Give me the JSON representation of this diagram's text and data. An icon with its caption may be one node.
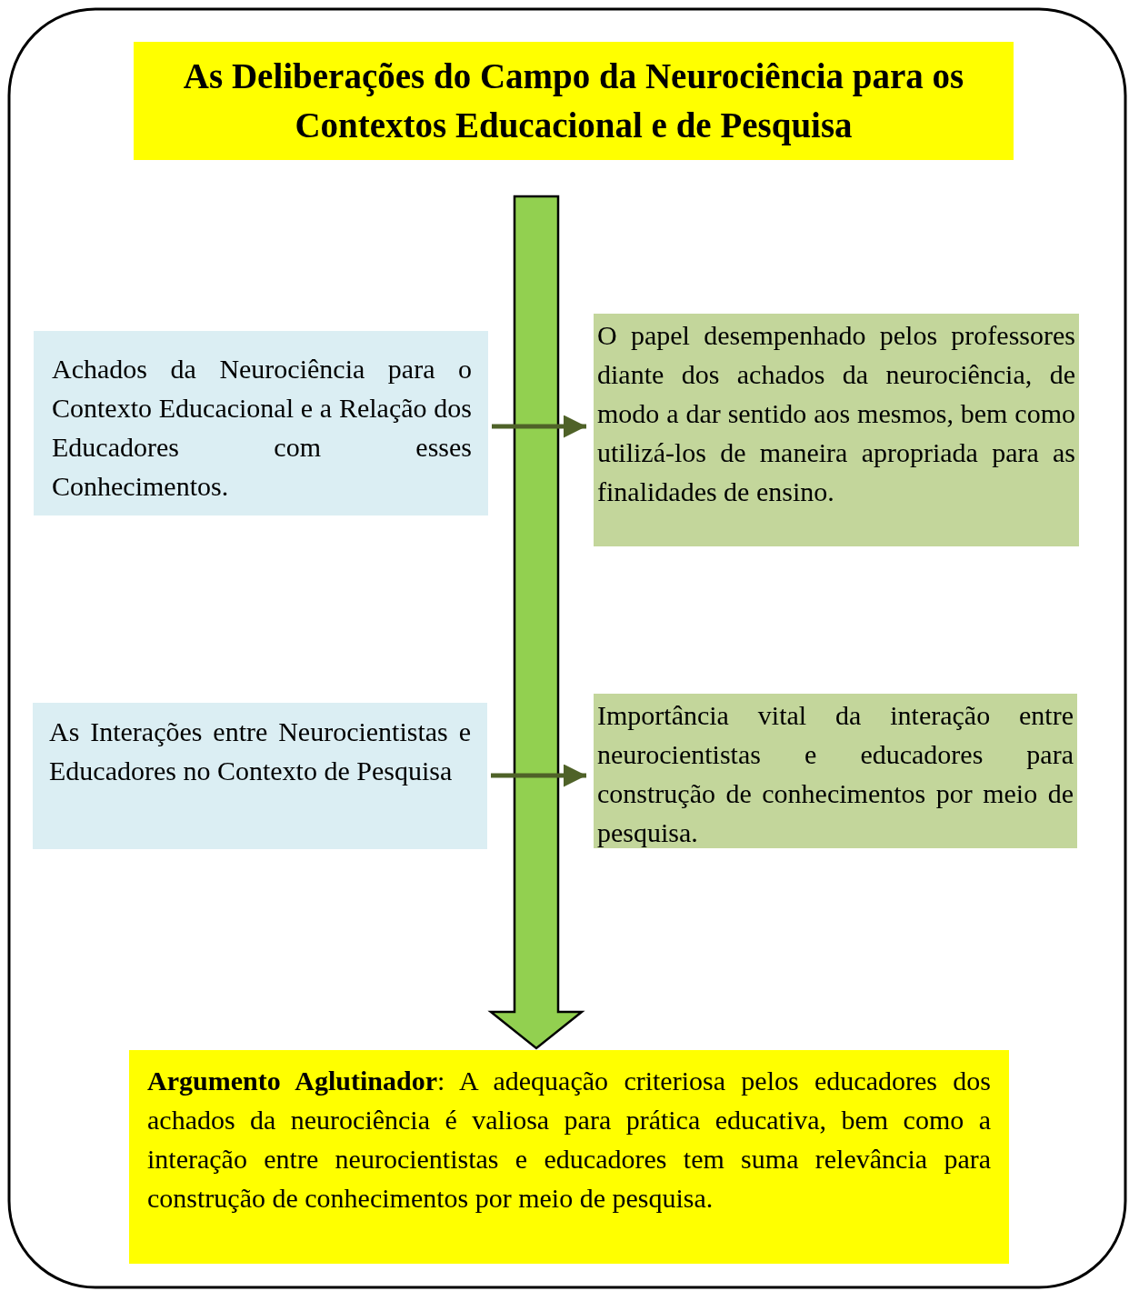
{
  "diagram": {
    "title": "As Deliberações do Campo da Neurociência para os Contextos Educacional e de Pesquisa",
    "nodes": [
      {
        "text": [
          "Achados da Neurociência para o Contexto Educacional e a Relação dos Educadores com esses Conhecimentos."
        ]
      },
      {
        "text": [
          "O papel desempenhado pelos professores diante dos achados da neurociência, de modo a dar sentido aos mesmos, bem como utilizá-los de maneira apropriada para as finalidades de ensino."
        ]
      },
      {
        "text": [
          "As Interações entre Neurocientistas e Educadores no Contexto de Pesquisa"
        ]
      },
      {
        "text": [
          "Importância vital da interação entre neurocientistas e educadores para construção de conhecimentos por meio de pesquisa."
        ]
      },
      {
        "text": [
          "**Argumento Aglutinador**: A adequação criteriosa pelos educadores dos achados da neurociência é valiosa para prática educativa, bem como a interação entre neurocientistas e educadores tem suma relevância para construção de conhecimentos por meio de pesquisa."
        ]
      }
    ],
    "edges": [
      {
        "from": null,
        "to": 4,
        "arrow": "to",
        "style": "thick",
        "color": "#92d050"
      },
      {
        "from": 0,
        "to": 1,
        "arrow": "to"
      },
      {
        "from": 2,
        "to": 3,
        "arrow": "to"
      }
    ]
  }
}
